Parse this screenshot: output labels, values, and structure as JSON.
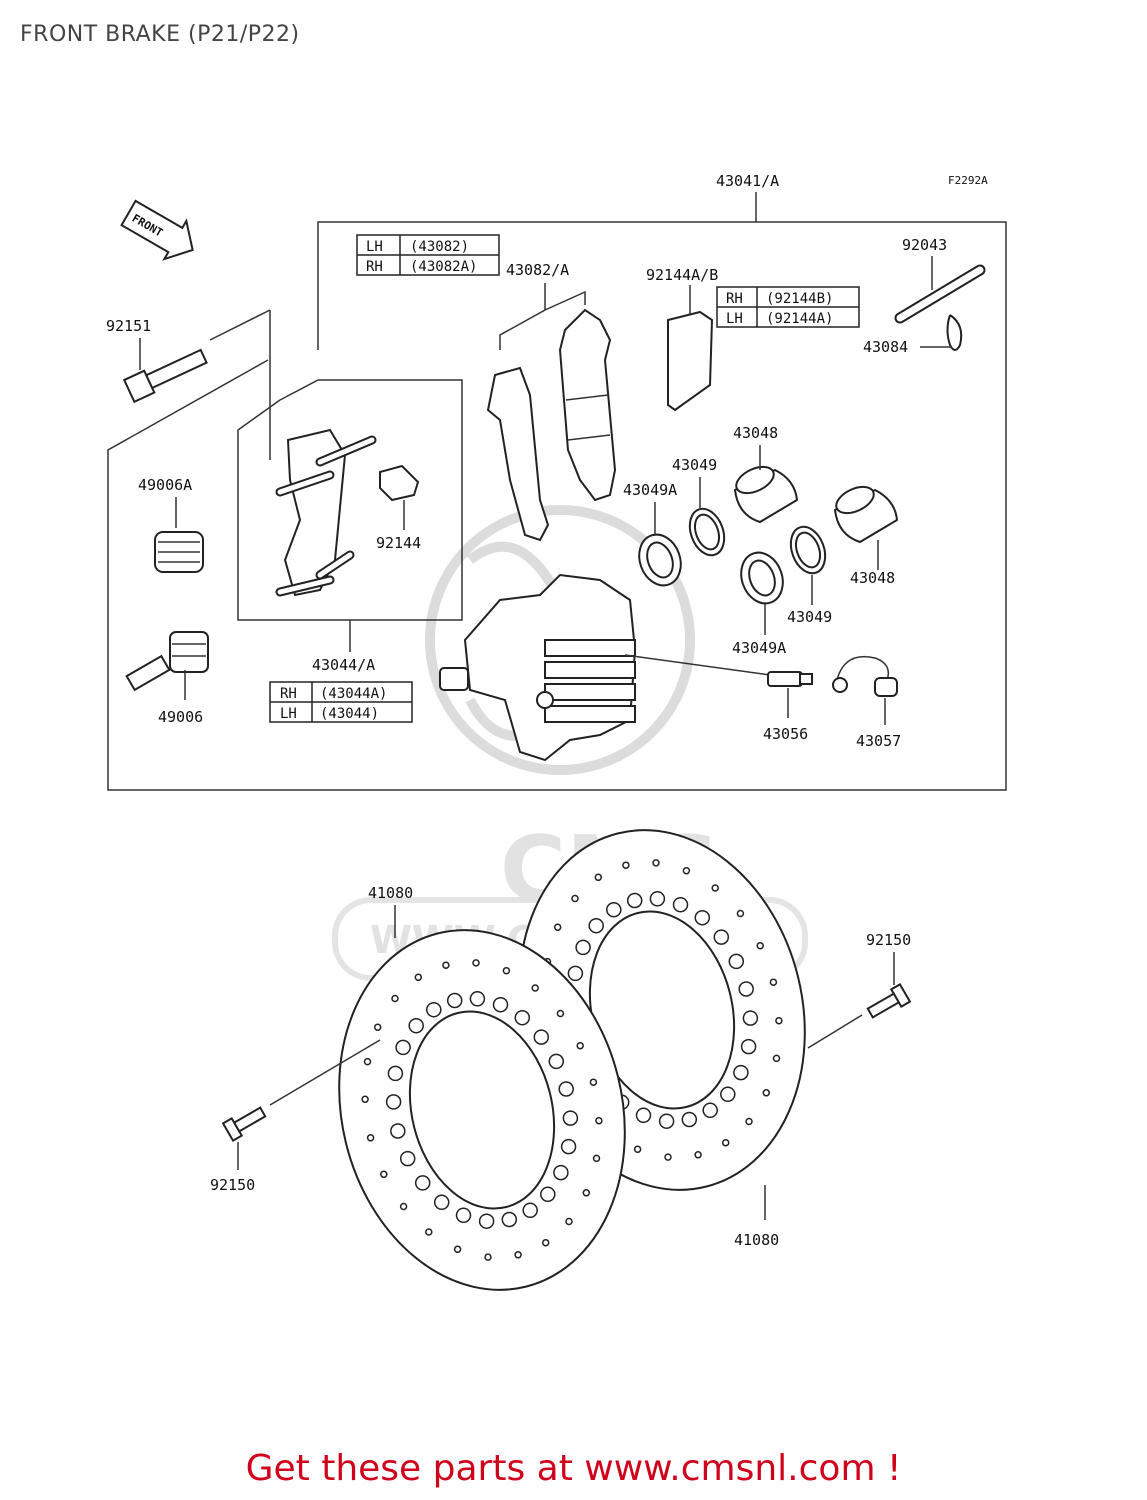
{
  "page": {
    "title": "FRONT BRAKE (P21/P22)",
    "footer": "Get these parts at www.cmsnl.com !",
    "figure_code": "F2292A",
    "front_arrow_label": "FRONT",
    "watermark": {
      "brand": "CMS",
      "url": "WWW.CMSNL.COM"
    }
  },
  "labels": {
    "l_43041": "43041/A",
    "l_92043": "92043",
    "l_43084": "43084",
    "l_43082": "43082/A",
    "l_92144ab": "92144A/B",
    "l_92151": "92151",
    "l_49006a": "49006A",
    "l_49006": "49006",
    "l_92144": "92144",
    "l_43044": "43044/A",
    "l_43048a": "43048",
    "l_43048b": "43048",
    "l_43049a": "43049",
    "l_43049b": "43049",
    "l_43049Aa": "43049A",
    "l_43049Ab": "43049A",
    "l_43056": "43056",
    "l_43057": "43057",
    "l_41080a": "41080",
    "l_41080b": "41080",
    "l_92150a": "92150",
    "l_92150b": "92150"
  },
  "tables": {
    "pad": [
      {
        "side": "LH",
        "part": "(43082)"
      },
      {
        "side": "RH",
        "part": "(43082A)"
      }
    ],
    "shim": [
      {
        "side": "RH",
        "part": "(92144B)"
      },
      {
        "side": "LH",
        "part": "(92144A)"
      }
    ],
    "bracket": [
      {
        "side": "RH",
        "part": "(43044A)"
      },
      {
        "side": "LH",
        "part": "(43044)"
      }
    ]
  },
  "colors": {
    "footer": "#d0021b",
    "title": "#444444",
    "lines": "#222222",
    "watermark": "#dcdcdc"
  }
}
